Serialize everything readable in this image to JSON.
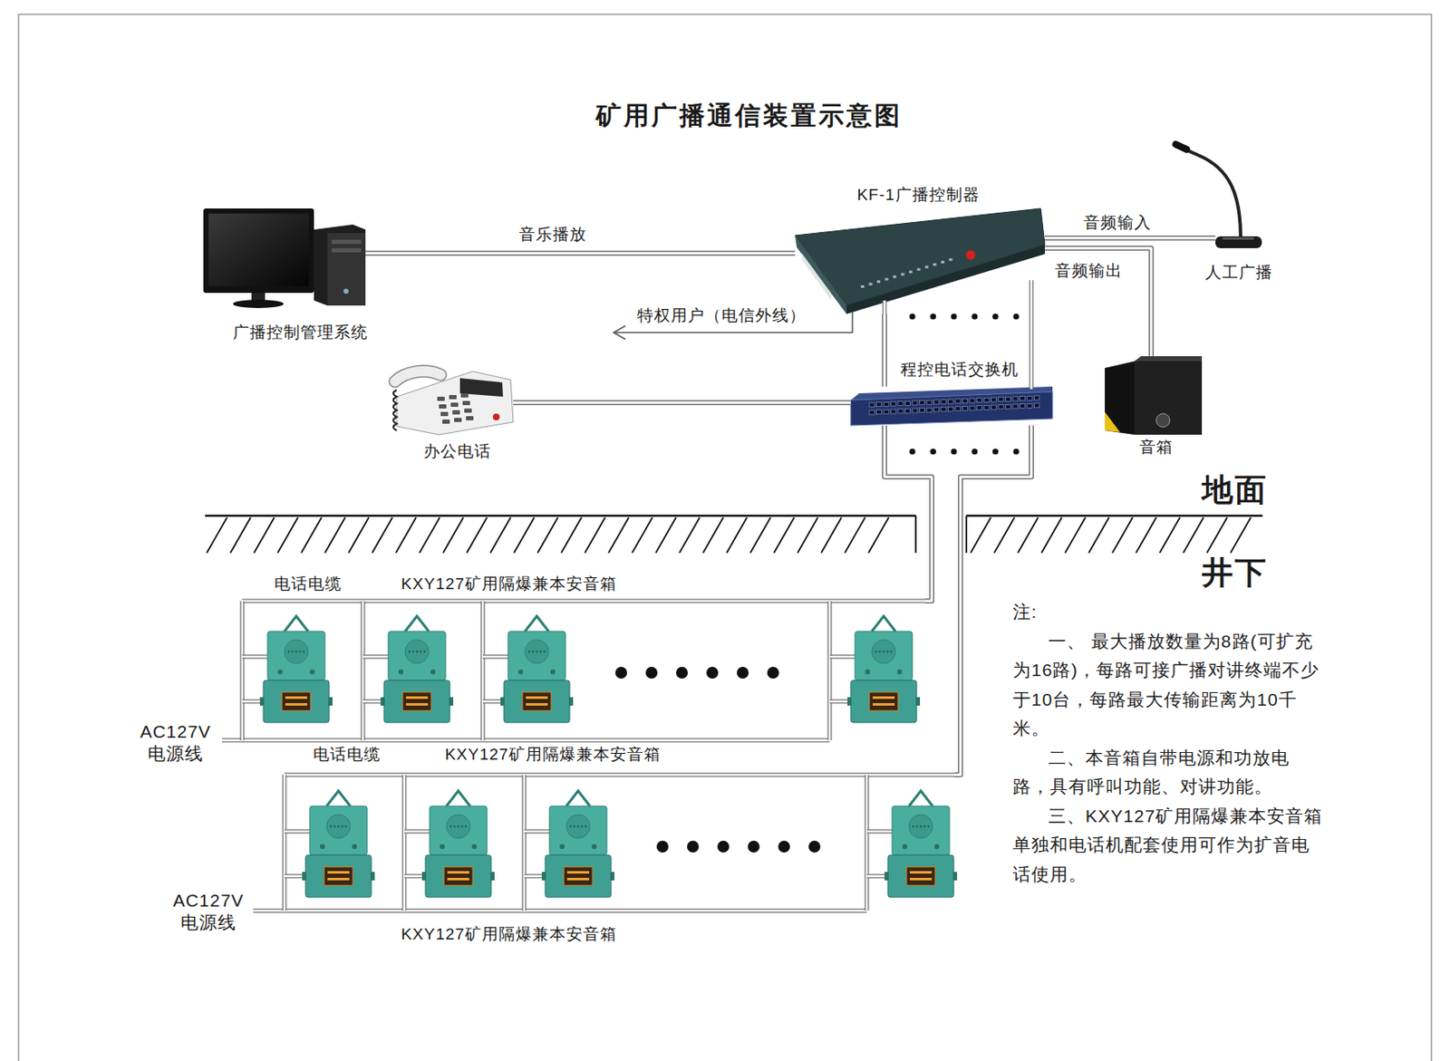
{
  "diagram": {
    "title": "矿用广播通信装置示意图",
    "nodes": [
      {
        "text": [
          "广播控制管理系统"
        ]
      },
      {
        "text": [
          "KF-1广播控制器"
        ]
      },
      {
        "text": [
          "人工广播"
        ]
      },
      {
        "text": [
          "音箱"
        ]
      },
      {
        "text": [
          "办公电话"
        ]
      },
      {
        "text": [
          "程控电话交换机"
        ]
      },
      {
        "text": [
          "KXY127矿用隔爆兼本安音箱"
        ]
      },
      {
        "text": [
          "KXY127矿用隔爆兼本安音箱",
          "KXY127矿用隔爆兼本安音箱"
        ]
      }
    ],
    "edges": [
      {
        "from": 0,
        "to": 1,
        "arrow": "none",
        "label": "音乐播放"
      },
      {
        "from": 2,
        "to": 1,
        "arrow": "none",
        "label": "音频输入"
      },
      {
        "from": 1,
        "to": 3,
        "arrow": "none",
        "label": "音频输出"
      },
      {
        "from": 4,
        "to": 5,
        "arrow": "none"
      },
      {
        "from": 1,
        "to": 5,
        "arrow": "none"
      },
      {
        "from": 5,
        "to": 6,
        "arrow": "none"
      },
      {
        "from": 5,
        "to": 7,
        "arrow": "none"
      }
    ],
    "labels": [
      "特权用户（电信外线）",
      "地面",
      "井下",
      "电话电缆",
      "电话电缆",
      "AC127V 电源线",
      "AC127V 电源线",
      "注:",
      "一、 最大播放数量为8路(可扩充为16路)，每路可接广播对讲终端不少于10台，每路最大传输距离为10千米。",
      "二、本音箱自带电源和功放电路，具有呼叫功能、对讲功能。",
      "三、KXY127矿用隔爆兼本安音箱单独和电话机配套使用可作为扩音电话使用。"
    ]
  }
}
